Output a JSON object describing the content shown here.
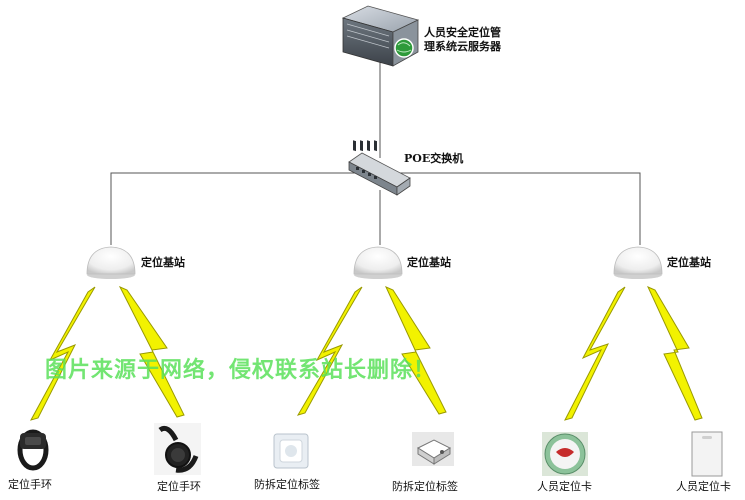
{
  "server": {
    "label_line1": "人员安全定位管",
    "label_line2": "理系统云服务器"
  },
  "switch": {
    "label": "POE交换机"
  },
  "stations": [
    {
      "label": "定位基站"
    },
    {
      "label": "定位基站"
    },
    {
      "label": "定位基站"
    }
  ],
  "devices": [
    {
      "label": "定位手环"
    },
    {
      "label": "定位手环"
    },
    {
      "label": "防拆定位标签"
    },
    {
      "label": "防拆定位标签"
    },
    {
      "label": "人员定位卡"
    },
    {
      "label": "人员定位卡"
    }
  ],
  "watermark": "图片来源于网络，侵权联系站长删除！",
  "colors": {
    "lightning": "#f2f200",
    "lightning_stroke": "#9a9a00",
    "line": "#555555",
    "watermark": "#5ae15a"
  }
}
